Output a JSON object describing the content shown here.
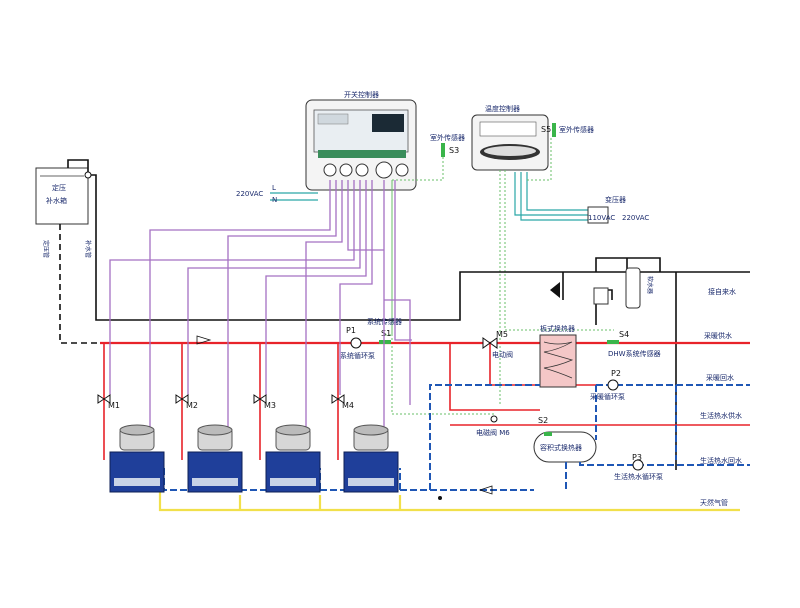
{
  "labels": {
    "switch_controller": "开关控制器",
    "flow_controller": "温度控制器",
    "outdoor_sensor_1": "室外传感器",
    "outdoor_sensor_2": "室外传感器",
    "s3": "S3",
    "s5": "S5",
    "v220_left": "220VAC",
    "l": "L",
    "n": "N",
    "transformer": "变压器",
    "v110": "110VAC",
    "v220_right": "220VAC",
    "tank_line1": "定压",
    "tank_line2": "补水箱",
    "pipe_fixed": "定压管",
    "pipe_makeup": "补水管",
    "tap_water": "接自来水",
    "softener": "软水器",
    "p1": "P1",
    "s1": "S1",
    "sys_sensor": "系统传感器",
    "sys_pump": "系统循环泵",
    "m5": "M5",
    "electric_valve": "电动阀",
    "plate_hx": "板式换热器",
    "s4": "S4",
    "dhw_sensor": "DHW系统传感器",
    "heat_supply": "采暖供水",
    "heat_return": "采暖回水",
    "p2": "P2",
    "heat_pump": "采暖循环泵",
    "dhw_supply": "生活热水供水",
    "dhw_return": "生活热水回水",
    "s2": "S2",
    "storage_hx": "容积式换热器",
    "m6": "电磁阀 M6",
    "p3": "P3",
    "dhw_pump": "生活热水循环泵",
    "gas_pipe": "天然气管",
    "m1": "M1",
    "m2": "M2",
    "m3": "M3",
    "m4": "M4"
  },
  "colors": {
    "hot": "#e8232a",
    "return": "#1f57b5",
    "signal": "#a571c2",
    "gas": "#f1e04b",
    "boiler": "#1f3f9a"
  },
  "boilers": [
    {
      "id": "boiler-1",
      "valve": "M1"
    },
    {
      "id": "boiler-2",
      "valve": "M2"
    },
    {
      "id": "boiler-3",
      "valve": "M3"
    },
    {
      "id": "boiler-4",
      "valve": "M4"
    }
  ]
}
